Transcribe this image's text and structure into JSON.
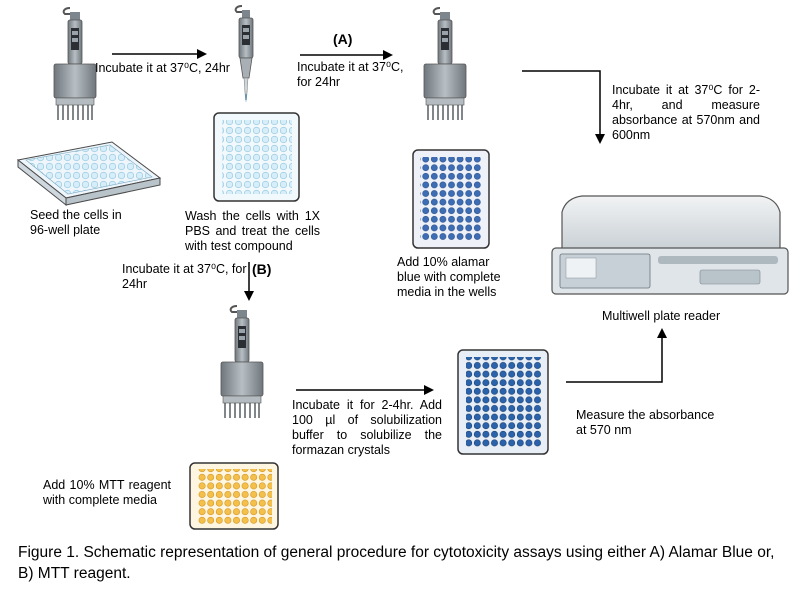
{
  "labels": {
    "a": "(A)",
    "b": "(B)"
  },
  "steps": {
    "incubate_24hr": "Incubate it at 37⁰C, 24hr",
    "seed": "Seed the cells in 96-well plate",
    "wash": "Wash the cells with 1X PBS and treat the cells with test compound",
    "incubate_a": "Incubate it at 37⁰C, for 24hr",
    "incubate_b": "Incubate it at 37⁰C, for 24hr",
    "alamar_add": "Add 10% alamar blue with complete media in the wells",
    "incubate_measure": "Incubate it at 37⁰C for 2-4hr, and measure absorbance at 570nm and 600nm",
    "plate_reader": "Multiwell plate reader",
    "mtt_add": "Add 10% MTT reagent with complete media",
    "incubate_solubilize": "Incubate it for 2-4hr. Add 100 µl of solubilization buffer to solubilize the formazan crystals",
    "measure_570": "Measure the absorbance at 570 nm"
  },
  "caption": "Figure 1. Schematic representation of general procedure for cytotoxicity assays using either A) Alamar Blue or, B) MTT reagent.",
  "colors": {
    "well_light": "#cfe9f6",
    "well_blue": "#2f5fa8",
    "well_dark_blue": "#1c4f93",
    "well_yellow": "#f2b63b",
    "pipette_gray": "#8c959c"
  }
}
